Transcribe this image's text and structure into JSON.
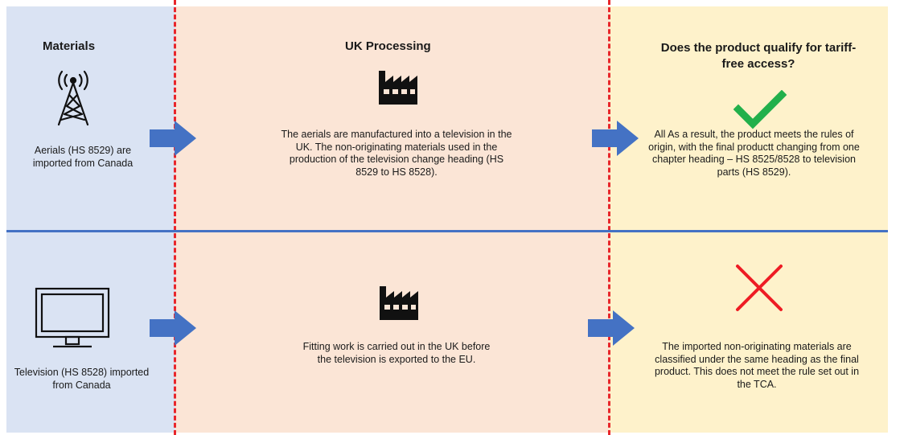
{
  "columns": {
    "materials": {
      "heading": "Materials",
      "row1_icon": "antenna-tower-icon",
      "row1_text": "Aerials (HS 8529) are imported from Canada",
      "row2_icon": "television-icon",
      "row2_text": "Television (HS 8528) imported from Canada"
    },
    "processing": {
      "heading": "UK Processing",
      "row1_icon": "factory-icon",
      "row1_text": "The aerials are manufactured into a television in the UK. The non-originating materials used in the production of the television change heading (HS 8529 to HS 8528).",
      "row2_icon": "factory-icon",
      "row2_text": "Fitting work is carried out in the UK before the television is exported to the EU."
    },
    "qualify": {
      "heading": "Does the product qualify for tariff-free access?",
      "row1_icon": "checkmark-icon",
      "row1_text": "All As a result, the product meets the rules of origin, with the final productt changing from one chapter heading – HS 8525/8528 to television parts (HS 8529).",
      "row2_icon": "cross-icon",
      "row2_text": "The imported non-originating materials are classified under the same heading as the final product. This does not meet the rule set out in the TCA."
    }
  },
  "colors": {
    "materials_bg": "#dae3f3",
    "processing_bg": "#fbe5d6",
    "qualify_bg": "#fef2cb",
    "divider_dashed": "#e8262b",
    "divider_row": "#4472c4",
    "arrow": "#4472c4",
    "check": "#22b04b",
    "cross": "#ee1c24"
  }
}
